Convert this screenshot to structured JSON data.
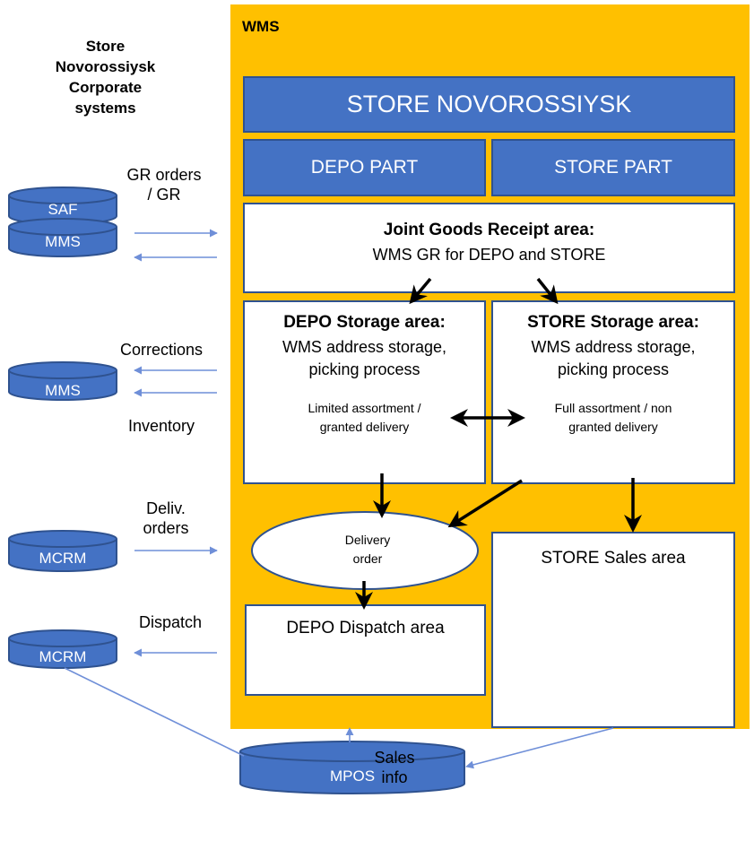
{
  "wms": {
    "title": "WMS"
  },
  "store_title": "STORE NOVOROSSIYSK",
  "parts": {
    "depo": "DEPO PART",
    "store": "STORE PART"
  },
  "joint_receipt": {
    "title": "Joint Goods Receipt area:",
    "subtitle": "WMS GR for DEPO and STORE"
  },
  "depo_storage": {
    "title": "DEPO Storage area:",
    "line1": "WMS address storage,",
    "line2": "picking process",
    "note1": "Limited assortment /",
    "note2": "granted delivery"
  },
  "store_storage": {
    "title": "STORE Storage area:",
    "line1": "WMS address storage,",
    "line2": "picking process",
    "note1": "Full assortment / non",
    "note2": "granted delivery"
  },
  "delivery_order": {
    "line1": "Delivery",
    "line2": "order"
  },
  "depo_dispatch": "DEPO Dispatch area",
  "store_sales": "STORE Sales area",
  "corporate_systems": {
    "line1": "Store",
    "line2": "Novorossiysk",
    "line3": "Corporate",
    "line4": "systems"
  },
  "databases": {
    "saf": "SAF",
    "mms_top": "MMS",
    "mms_mid": "MMS",
    "mcrm_top": "MCRM",
    "mcrm_bottom": "MCRM",
    "mpos": "MPOS"
  },
  "flow_labels": {
    "gr_orders_1": "GR orders",
    "gr_orders_2": "/ GR",
    "corrections": "Corrections",
    "inventory": "Inventory",
    "deliv_orders_1": "Deliv.",
    "deliv_orders_2": "orders",
    "dispatch": "Dispatch",
    "sales_info_1": "Sales",
    "sales_info_2": "info"
  },
  "colors": {
    "wms_bg": "#FFC000",
    "box_blue": "#4472C4",
    "box_border": "#2F528F",
    "flow_line": "#6F8FD8"
  }
}
